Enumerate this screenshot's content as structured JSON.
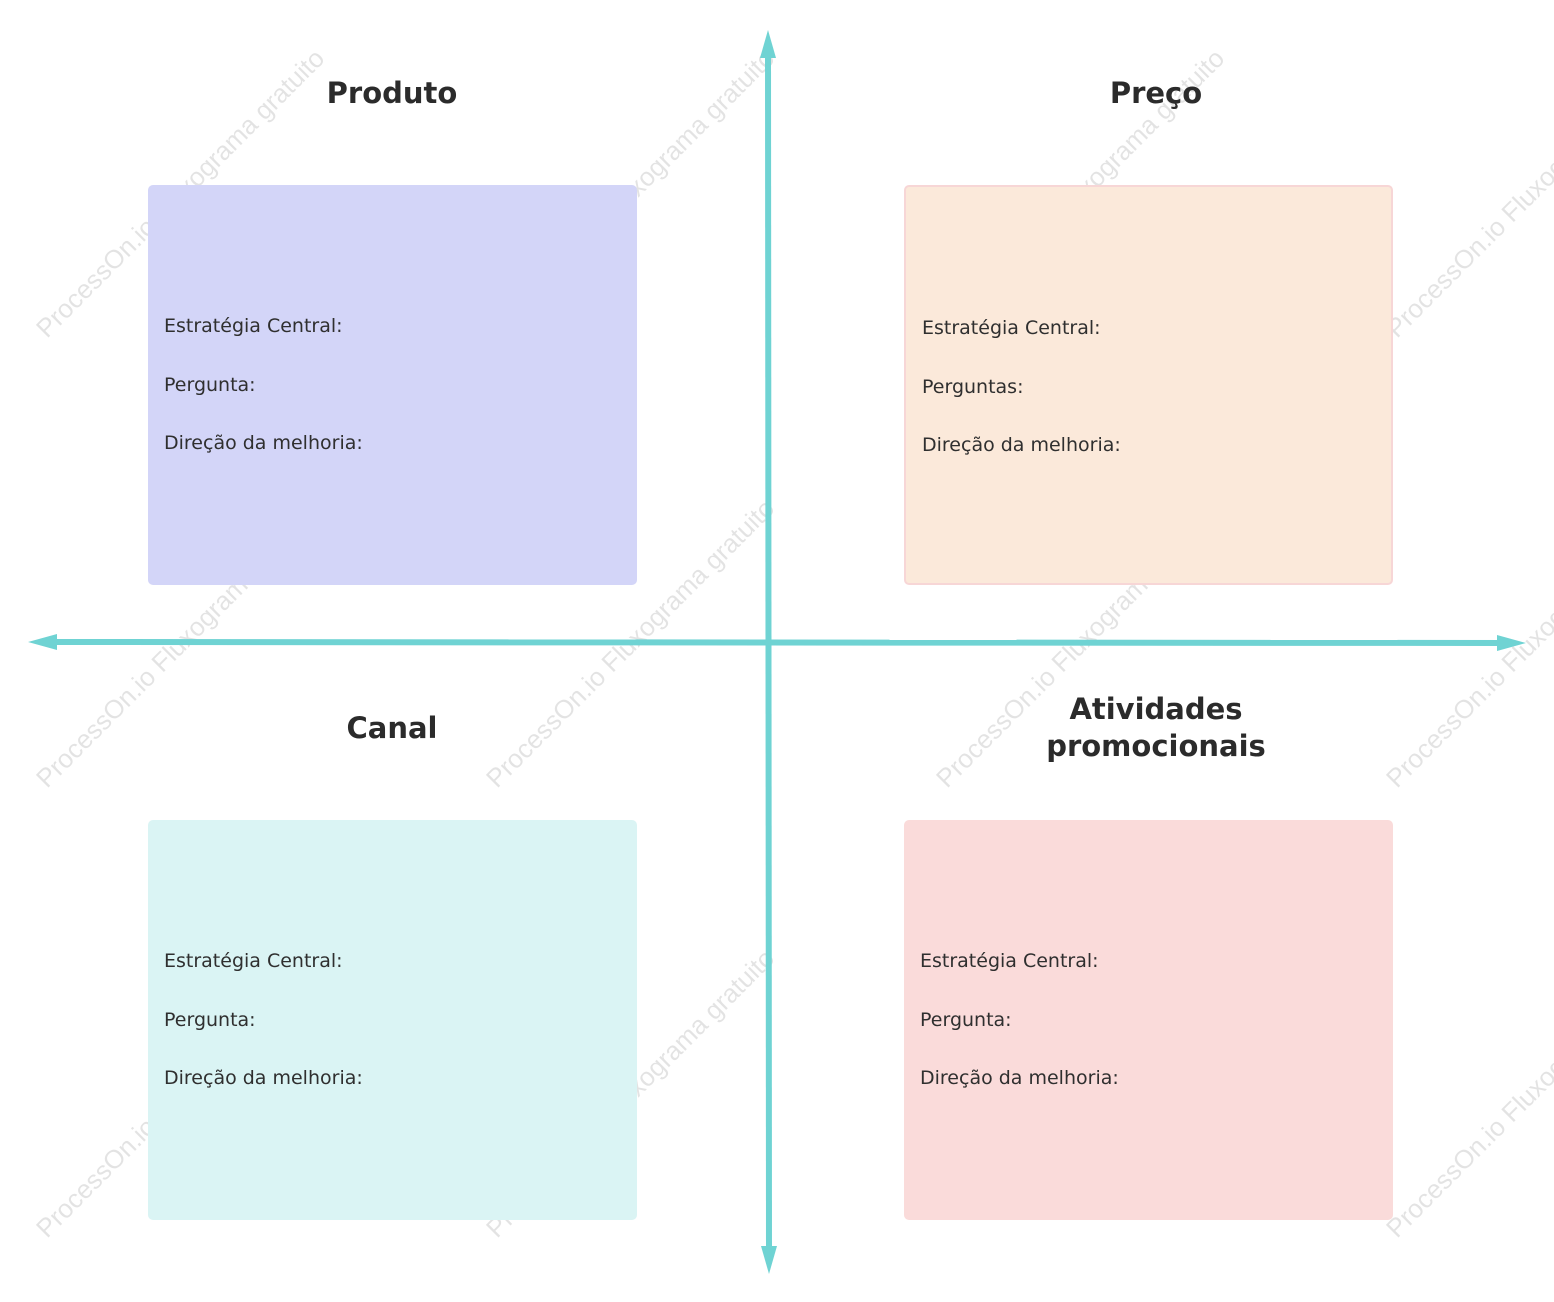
{
  "quadrants": [
    {
      "title": "Produto",
      "color": "#d3d5f8",
      "lines": [
        "Estratégia Central:",
        "Pergunta:",
        "Direção da melhoria:"
      ]
    },
    {
      "title": "Preço",
      "color": "#fbe9da",
      "border": "#f7d6d6",
      "lines": [
        "Estratégia Central:",
        "Perguntas:",
        "Direção da melhoria:"
      ]
    },
    {
      "title": "Canal",
      "color": "#daf4f4",
      "lines": [
        "Estratégia Central:",
        "Pergunta:",
        "Direção da melhoria:"
      ]
    },
    {
      "title_line1": "Atividades",
      "title_line2": "promocionais",
      "color": "#fadbda",
      "lines": [
        "Estratégia Central:",
        "Pergunta:",
        "Direção da melhoria:"
      ]
    }
  ],
  "axis_color": "#6fd3d3",
  "watermark": "ProcessOn.io Fluxograma gratuito"
}
